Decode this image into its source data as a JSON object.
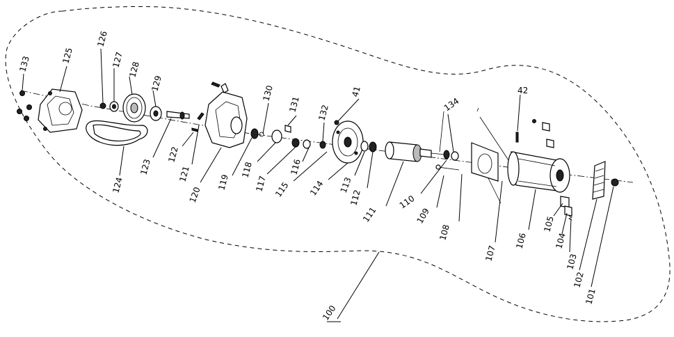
{
  "diagram": {
    "labels": {
      "p100": "100",
      "p101": "101",
      "p102": "102",
      "p103": "103",
      "p104": "104",
      "p105": "105",
      "p106": "106",
      "p107": "107",
      "p108": "108",
      "p109": "109",
      "p110": "110",
      "p111": "111",
      "p112": "112",
      "p113": "113",
      "p114": "114",
      "p115": "115",
      "p116": "116",
      "p117": "117",
      "p118": "118",
      "p119": "119",
      "p120": "120",
      "p121": "121",
      "p122": "122",
      "p123": "123",
      "p124": "124",
      "p125": "125",
      "p126": "126",
      "p127": "127",
      "p128": "128",
      "p129": "129",
      "p130": "130",
      "p131": "131",
      "p132": "132",
      "p133": "133",
      "p134": "134",
      "p41": "41",
      "p42": "42"
    }
  }
}
